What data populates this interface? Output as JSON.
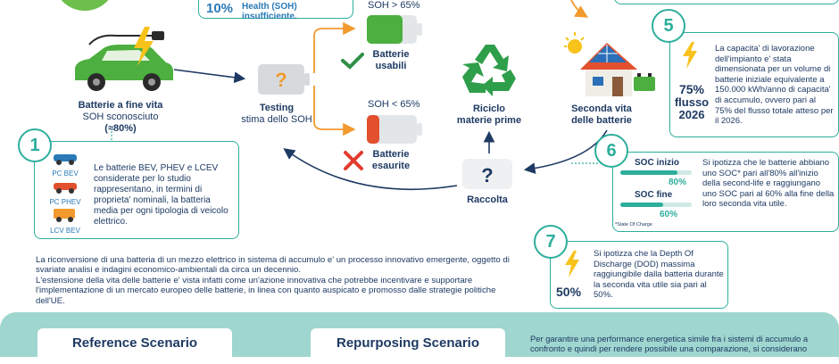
{
  "top": {
    "pct_label": "10%",
    "health_text": "Health (SOH) insufficiente."
  },
  "ev": {
    "title": "Batterie a fine vita",
    "subtitle": "SOH sconosciuto",
    "value": "(≈80%)"
  },
  "testing": {
    "title": "Testing",
    "subtitle": "stima dello SOH"
  },
  "usable": {
    "threshold": "SOH > 65%",
    "label_line1": "Batterie",
    "label_line2": "usabili"
  },
  "exhausted": {
    "threshold": "SOH < 65%",
    "label_line1": "Batterie",
    "label_line2": "esaurite"
  },
  "recycle": {
    "label_line1": "Riciclo",
    "label_line2": "materie prime"
  },
  "collection": {
    "label": "Raccolta"
  },
  "second_life": {
    "label_line1": "Seconda vita",
    "label_line2": "delle batterie"
  },
  "box1": {
    "number": "1",
    "vehicles": [
      "PC BEV",
      "PC PHEV",
      "LCV BEV"
    ],
    "text": "Le batterie BEV, PHEV e LCEV considerate per lo studio rappresentano, in termini di proprieta' nominali, la batteria media per ogni tipologia di veicolo elettrico."
  },
  "box5": {
    "number": "5",
    "pct_line1": "75%",
    "pct_line2": "flusso",
    "pct_line3": "2026",
    "text": "La capacita' di lavorazione dell'impianto e' stata dimensionata per un volume di batterie iniziale equivalente a 150.000 kWh/anno di capacita' di accumulo, ovvero pari al 75% del flusso totale atteso per il 2026."
  },
  "box6": {
    "number": "6",
    "soc_start_label": "SOC inizio",
    "soc_start_value": "80%",
    "soc_start_fraction": 0.8,
    "soc_end_label": "SOC fine",
    "soc_end_value": "60%",
    "soc_end_fraction": 0.6,
    "footnote": "*State Of Charge",
    "text": "Si ipotizza che le batterie abbiano uno SOC* pari all'80% all'inizio della second-life e raggiungano uno SOC pari al 60% alla fine della loro seconda vita utile."
  },
  "box7": {
    "number": "7",
    "pct": "50%",
    "text": "Si ipotizza che la Depth Of Discharge (DOD) massima raggiungibile dalla batteria durante la seconda vita utile sia pari al 50%."
  },
  "intro": {
    "paragraph1": "La riconversione di una batteria di un mezzo elettrico in sistema di accumulo e' un processo innovativo emergente, oggetto di svariate analisi e indagini economico-ambientali da circa un decennio.",
    "paragraph2": "L'estensione della vita delle batterie e' vista infatti come un'azione innovativa che potrebbe incentivare e supportare l'implementazione di un mercato europeo delle batterie, in linea con quanto auspicato e promosso dalle strategie politiche dell'UE."
  },
  "bottom": {
    "reference_title": "Reference Scenario",
    "repurposing_title": "Repurposing Scenario",
    "note_text": "Per garantire una performance energetica simile fra i sistemi di accumulo a confronto e quindi per rendere possibile una comparazione, si considerano"
  },
  "colors": {
    "teal": "#2dae9c",
    "navy": "#1e3a63",
    "orange": "#f29a2e",
    "green": "#4caf3f",
    "red": "#e23b2e",
    "band": "#9fd6cf"
  }
}
